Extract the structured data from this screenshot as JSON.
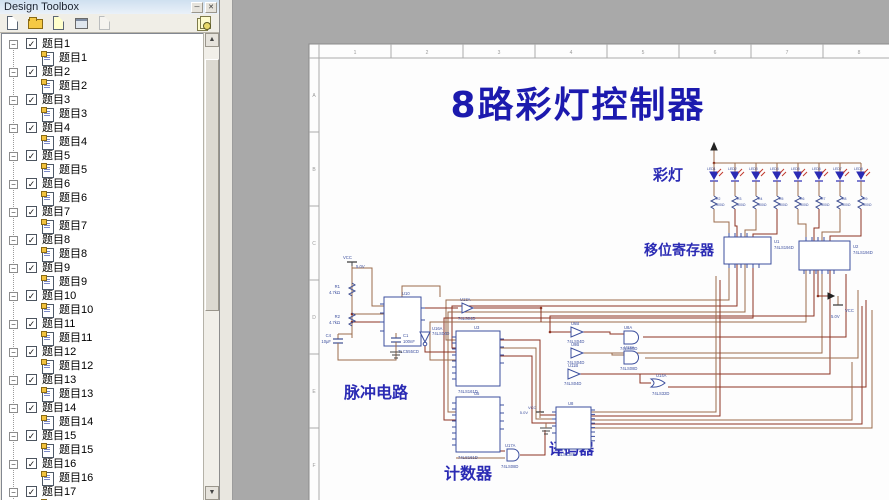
{
  "panel": {
    "title": "Design Toolbox",
    "window_buttons": {
      "minimize": "─",
      "close": "✕"
    },
    "toolbar_icons": [
      "new-document-icon",
      "open-folder-icon",
      "new-sheet-icon",
      "new-window-icon",
      "delete-icon",
      "snapshot-icon"
    ],
    "icons": {
      "expander_collapse": "−",
      "checkbox_check": "✓"
    },
    "tree": {
      "items": [
        {
          "label": "题目1"
        },
        {
          "label": "题目2"
        },
        {
          "label": "题目3"
        },
        {
          "label": "题目4"
        },
        {
          "label": "题目5"
        },
        {
          "label": "题目6"
        },
        {
          "label": "题目7"
        },
        {
          "label": "题目8"
        },
        {
          "label": "题目9"
        },
        {
          "label": "题目10"
        },
        {
          "label": "题目11"
        },
        {
          "label": "题目12"
        },
        {
          "label": "题目13"
        },
        {
          "label": "题目14"
        },
        {
          "label": "题目15"
        },
        {
          "label": "题目16"
        },
        {
          "label": "题目17"
        }
      ]
    }
  },
  "schematic": {
    "title": "8路彩灯控制器",
    "labels": {
      "lights": "彩灯",
      "shift_register": "移位寄存器",
      "pulse": "脉冲电路",
      "counter": "计数器",
      "decoder": "译码器"
    },
    "leds": [
      "LED1",
      "LED2",
      "LED3",
      "LED4",
      "LED5",
      "LED6",
      "LED7",
      "LED8"
    ],
    "led_resistors": [
      {
        "ref": "R2",
        "value": "300Ω"
      },
      {
        "ref": "R3",
        "value": "300Ω"
      },
      {
        "ref": "R4",
        "value": "300Ω"
      },
      {
        "ref": "R5",
        "value": "300Ω"
      },
      {
        "ref": "R6",
        "value": "300Ω"
      },
      {
        "ref": "R7",
        "value": "300Ω"
      },
      {
        "ref": "R8",
        "value": "300Ω"
      },
      {
        "ref": "R9",
        "value": "300Ω"
      }
    ],
    "pulse": {
      "vcc_label": "VCC",
      "vcc_value": "5.0V",
      "r1_ref": "R1",
      "r1_value": "4.7kΩ",
      "r2_ref": "R2",
      "r2_value": "4.7kΩ",
      "c4_ref": "C4",
      "c4_value": "10μF",
      "c1_ref": "C1",
      "c1_value": "100nF"
    },
    "power": {
      "vcc_label": "VCC",
      "vcc_value": "5.0V"
    },
    "ics": {
      "u10": {
        "ref": "U10",
        "type": "TLC555CD"
      },
      "u1": {
        "ref": "U1",
        "type": "74LS194D"
      },
      "u2": {
        "ref": "U2",
        "type": "74LS194D"
      },
      "u3": {
        "ref": "U3",
        "type": "74LS161D"
      },
      "u5": {
        "ref": "U5",
        "type": "74LS161D"
      },
      "u8": {
        "ref": "U8",
        "type": "74LS138D"
      },
      "u13a": {
        "ref": "U13A",
        "type": "74LS04D"
      },
      "u16a": {
        "ref": "U16A",
        "type": "74LS04D"
      },
      "u6b": {
        "ref": "U6B",
        "type": "74LS04D"
      },
      "u9b": {
        "ref": "U9B",
        "type": "74LS04D"
      },
      "u11b": {
        "ref": "U11B",
        "type": "74LS04D"
      },
      "u8a": {
        "ref": "U8A",
        "type": "74LS08D"
      },
      "u12a": {
        "ref": "U12A",
        "type": "74LS08D"
      },
      "u14a": {
        "ref": "U14A",
        "type": "74LS32D"
      },
      "u17a": {
        "ref": "U17A",
        "type": "74LS08D"
      }
    },
    "sheet_border": {
      "top_refs": [
        "1",
        "2",
        "3",
        "4",
        "5",
        "6",
        "7",
        "8"
      ],
      "side_refs": [
        "A",
        "B",
        "C",
        "D",
        "E",
        "F"
      ]
    },
    "colors": {
      "title_blue": "#1c1aae",
      "component_blue": "#3c4f9e",
      "wire_tan": "#9a6b4b",
      "wire_red": "#8d3322",
      "label_blue": "#2b2bb4"
    }
  }
}
